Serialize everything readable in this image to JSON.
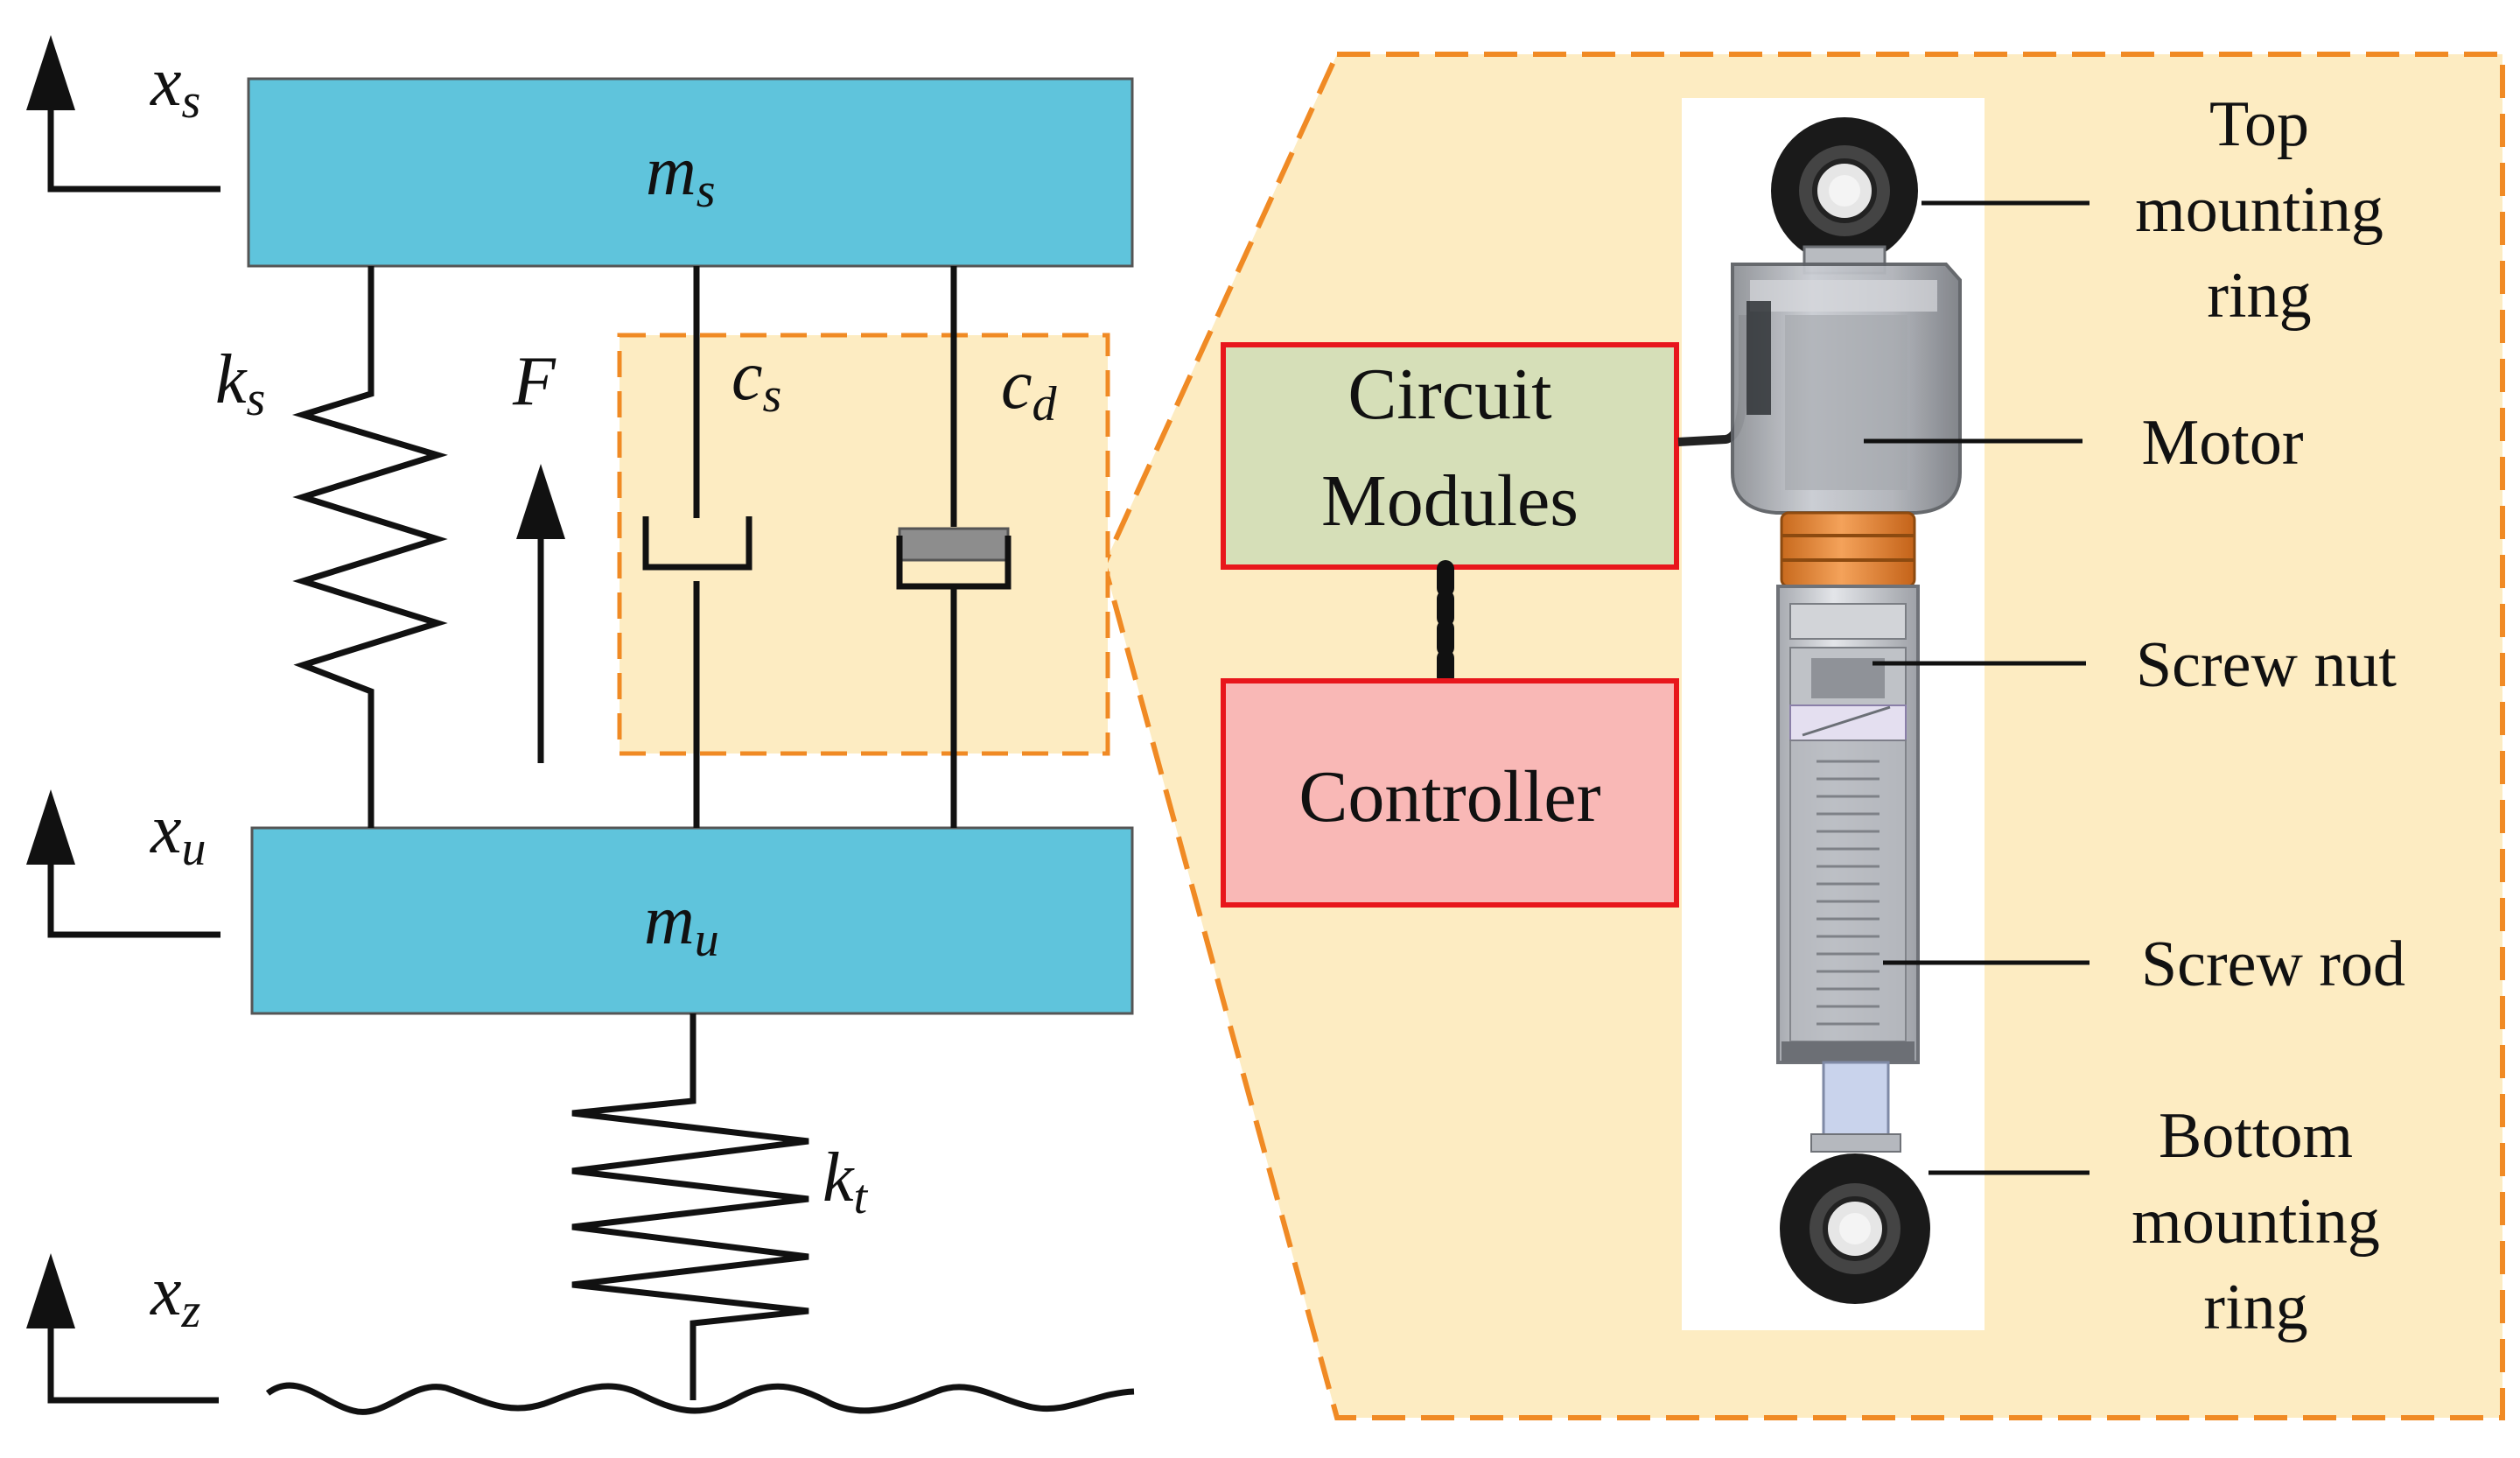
{
  "diagram": {
    "colors": {
      "mass_fill": "#5fc4dc",
      "panel_fill": "#fdecc2",
      "dash_orange": "#f08a24",
      "circuit_fill": "#d6dfb8",
      "controller_fill": "#f9b8b6",
      "box_border": "#e8161c",
      "shaft_orange": "#e8893c"
    },
    "coords": {
      "xs": {
        "base": "x",
        "sub": "s"
      },
      "xu": {
        "base": "x",
        "sub": "u"
      },
      "xz": {
        "base": "x",
        "sub": "z"
      }
    },
    "masses": {
      "sprung": {
        "base": "m",
        "sub": "s"
      },
      "unsprung": {
        "base": "m",
        "sub": "u"
      }
    },
    "elements": {
      "ks": {
        "base": "k",
        "sub": "s"
      },
      "kt": {
        "base": "k",
        "sub": "t"
      },
      "cs": {
        "base": "c",
        "sub": "s"
      },
      "cd": {
        "base": "c",
        "sub": "d"
      },
      "force": "F"
    },
    "blocks": {
      "circuit_line1": "Circuit",
      "circuit_line2": "Modules",
      "controller": "Controller"
    },
    "callouts": {
      "top_ring": [
        "Top",
        "mounting",
        "ring"
      ],
      "motor": "Motor",
      "screw_nut": "Screw nut",
      "screw_rod": "Screw rod",
      "bottom_ring": [
        "Bottom",
        "mounting",
        "ring"
      ]
    }
  }
}
